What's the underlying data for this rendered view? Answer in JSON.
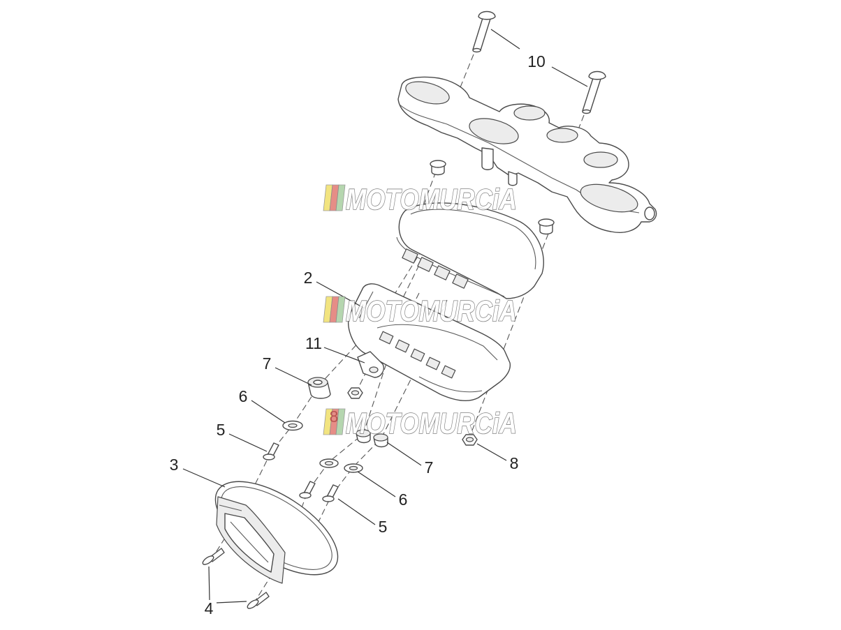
{
  "callouts": [
    {
      "number": "10"
    },
    {
      "number": "2"
    },
    {
      "number": "11"
    },
    {
      "number": "7"
    },
    {
      "number": "6"
    },
    {
      "number": "5"
    },
    {
      "number": "3"
    },
    {
      "number": "4"
    },
    {
      "number": "8"
    },
    {
      "number": "7"
    },
    {
      "number": "6"
    },
    {
      "number": "5"
    },
    {
      "number": "8"
    }
  ],
  "watermark": {
    "text": "MOTOMURCiA",
    "stripe_colors": [
      "#f0e06a",
      "#e27a72",
      "#a9cfa2"
    ]
  },
  "colors": {
    "line": "#4a4a4a",
    "callout_text": "#222222",
    "callout_highlight": "#b85450",
    "background": "#ffffff"
  }
}
